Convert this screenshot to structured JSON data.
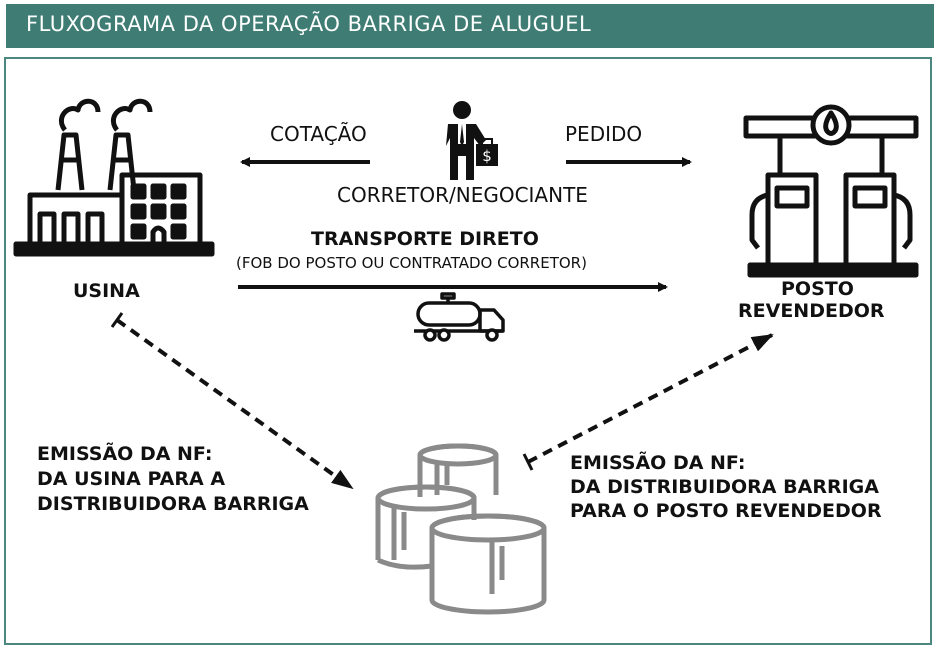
{
  "header": {
    "title": "FLUXOGRAMA DA OPERAÇÃO BARRIGA DE ALUGUEL"
  },
  "nodes": {
    "usina": "USINA",
    "posto_line1": "POSTO",
    "posto_line2": "REVENDEDOR",
    "corretor": "CORRETOR/NEGOCIANTE"
  },
  "arrows": {
    "cotacao": "COTAÇÃO",
    "pedido": "PEDIDO",
    "transporte_title": "TRANSPORTE DIRETO",
    "transporte_sub": "(FOB DO POSTO OU CONTRATADO CORRETOR)"
  },
  "notes": {
    "left_line1": "EMISSÃO DA NF:",
    "left_line2": "DA USINA PARA A",
    "left_line3": "DISTRIBUIDORA BARRIGA",
    "right_line1": "EMISSÃO DA NF:",
    "right_line2": "DA DISTRIBUIDORA BARRIGA",
    "right_line3": "PARA O POSTO REVENDEDOR"
  },
  "colors": {
    "header_bg": "#3f7d74",
    "frame": "#4c877f",
    "tanks": "#8a8a8a",
    "ink": "#111111"
  },
  "icons": [
    "factory-icon",
    "businessman-icon",
    "gas-station-icon",
    "tanker-truck-icon",
    "storage-tanks-icon"
  ]
}
